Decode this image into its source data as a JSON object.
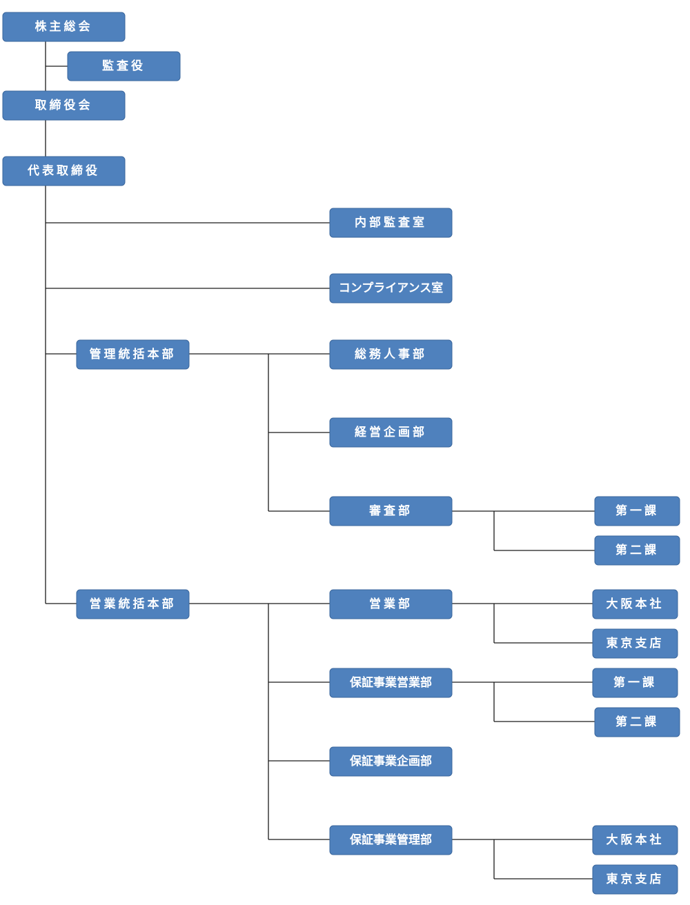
{
  "colors": {
    "node_fill": "#4f81bd",
    "node_border": "#3a669c",
    "node_text": "#ffffff",
    "connector": "#1a1a1a"
  },
  "nodes": {
    "shareholders_meeting": "株主総会",
    "auditor": "監査役",
    "board_of_directors": "取締役会",
    "representative_director": "代表取締役",
    "internal_audit_office": "内部監査室",
    "compliance_office": "コンプライアンス室",
    "admin_headquarters": "管理統括本部",
    "general_affairs_hr": "総務人事部",
    "corporate_planning": "経営企画部",
    "review_department": "審査部",
    "review_section_1": "第一課",
    "review_section_2": "第二課",
    "sales_headquarters": "営業統括本部",
    "sales_department": "営業部",
    "sales_osaka_head_office": "大阪本社",
    "sales_tokyo_branch": "東京支店",
    "guarantee_sales_department": "保証事業営業部",
    "guarantee_sales_section_1": "第一課",
    "guarantee_sales_section_2": "第二課",
    "guarantee_planning_department": "保証事業企画部",
    "guarantee_management_department": "保証事業管理部",
    "management_osaka_head_office": "大阪本社",
    "management_tokyo_branch": "東京支店"
  }
}
